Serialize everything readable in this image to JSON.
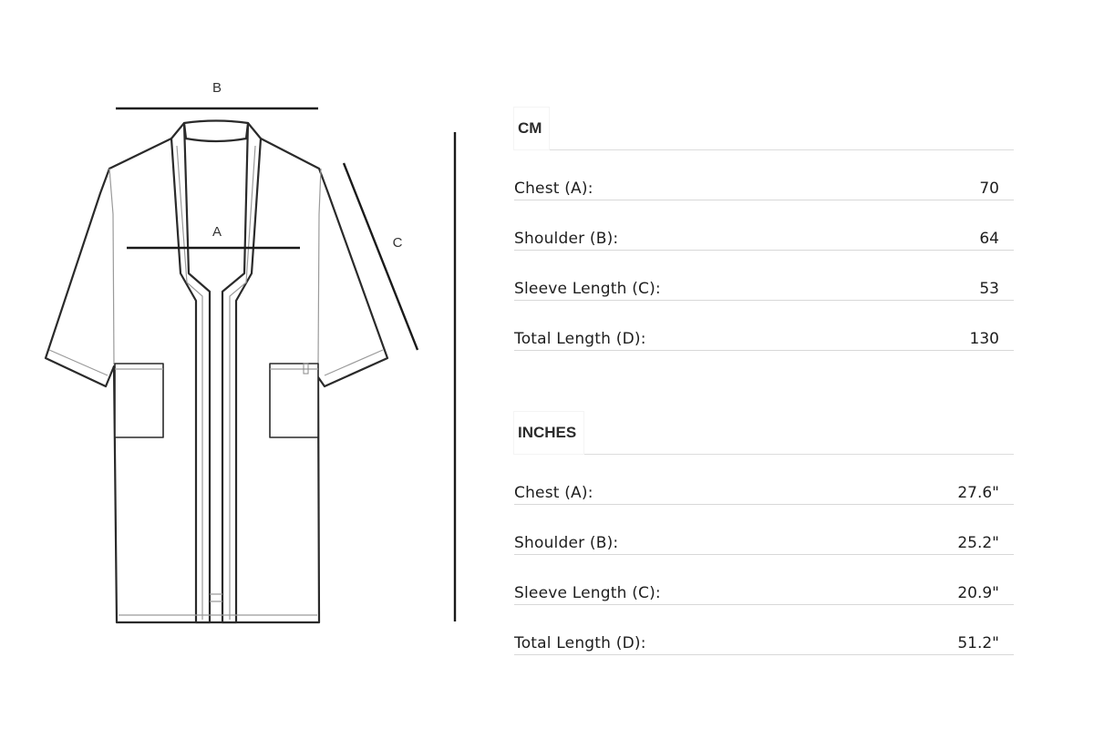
{
  "diagram": {
    "labels": {
      "a": "A",
      "b": "B",
      "c": "C"
    }
  },
  "tables": {
    "cm": {
      "title": "CM",
      "rows": [
        {
          "label": "Chest (A):",
          "value": "70"
        },
        {
          "label": "Shoulder (B):",
          "value": "64"
        },
        {
          "label": "Sleeve Length (C):",
          "value": "53"
        },
        {
          "label": "Total Length (D):",
          "value": "130"
        }
      ]
    },
    "inches": {
      "title": "INCHES",
      "rows": [
        {
          "label": "Chest (A):",
          "value": "27.6\""
        },
        {
          "label": "Shoulder (B):",
          "value": "25.2\""
        },
        {
          "label": "Sleeve Length (C):",
          "value": "20.9\""
        },
        {
          "label": "Total Length (D):",
          "value": "51.2\""
        }
      ]
    }
  }
}
